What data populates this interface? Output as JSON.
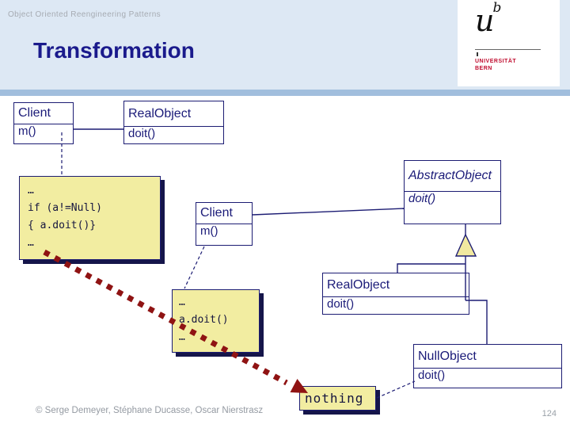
{
  "slide": {
    "eyebrow": "Object Oriented Reengineering Patterns",
    "title": "Transformation",
    "footer": "© Serge Demeyer, Stéphane Ducasse, Oscar Nierstrasz",
    "page_number": "124"
  },
  "logo": {
    "glyph_main": "u",
    "glyph_sup": "b",
    "line1": "UNIVERSITÄT",
    "line2": "BERN"
  },
  "diagram": {
    "before": {
      "client": {
        "name": "Client",
        "method": "m()"
      },
      "real_object": {
        "name": "RealObject",
        "method": "doit()"
      },
      "code_note": {
        "lines": [
          "…",
          "if (a!=Null)",
          "{ a.doit()}",
          "…"
        ]
      }
    },
    "after": {
      "client": {
        "name": "Client",
        "method": "m()"
      },
      "abstract_object": {
        "name": "AbstractObject",
        "method": "doit()"
      },
      "real_object": {
        "name": "RealObject",
        "method": "doit()"
      },
      "null_object": {
        "name": "NullObject",
        "method": "doit()"
      },
      "code_note": {
        "lines": [
          "…",
          "a.doit()",
          "…"
        ]
      },
      "nothing_note": {
        "label": "nothing"
      }
    }
  },
  "colors": {
    "header_bg": "#dde8f4",
    "band": "#a1bedd",
    "title_navy": "#1a1a8c",
    "uml_navy": "#1c1c73",
    "note_yellow": "#f2eda1",
    "note_shadow": "#15154a",
    "arrow_red": "#8f1313",
    "logo_red": "#c00d2f"
  }
}
